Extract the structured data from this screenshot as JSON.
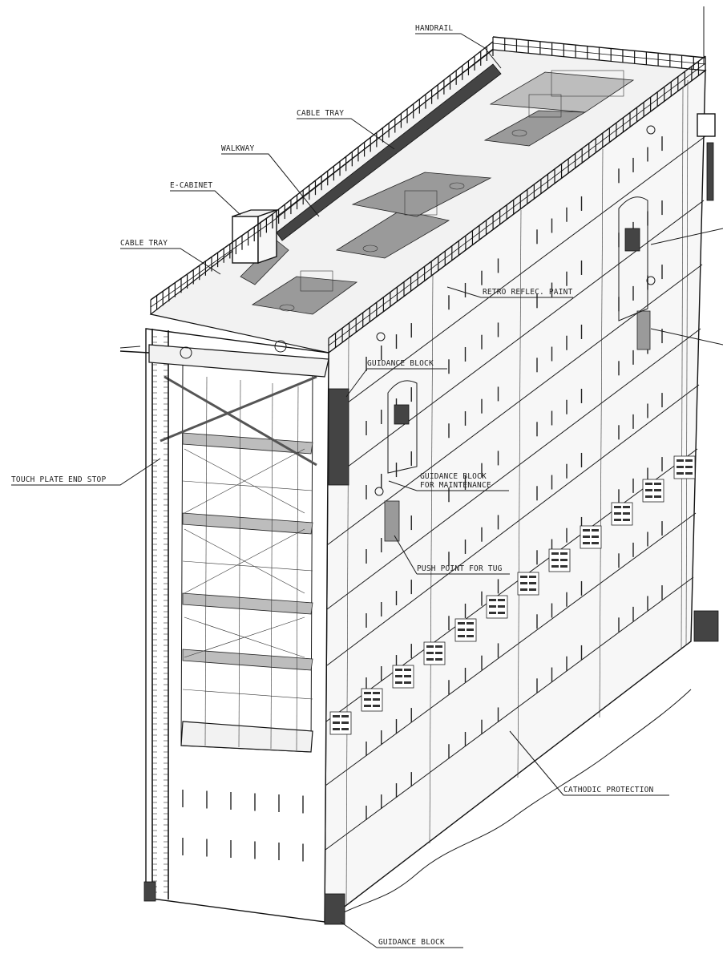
{
  "labels": {
    "handrail": "HANDRAIL",
    "cable_tray_top": "CABLE TRAY",
    "walkway": "WALKWAY",
    "e_cabinet": "E-CABINET",
    "cable_tray_left": "CABLE TRAY",
    "retro_reflec_paint": "RETRO REFLEC. PAINT",
    "guidance_block_upper": "GUIDANCE BLOCK",
    "touch_plate_end_stop": "TOUCH PLATE END STOP",
    "guidance_block_maint_1": "GUIDANCE BLOCK",
    "guidance_block_maint_2": "FOR MAINTENANCE",
    "push_point_for_tug": "PUSH POINT FOR TUG",
    "cathodic_protection": "CATHODIC PROTECTION",
    "guidance_block_bottom": "GUIDANCE BLOCK"
  }
}
